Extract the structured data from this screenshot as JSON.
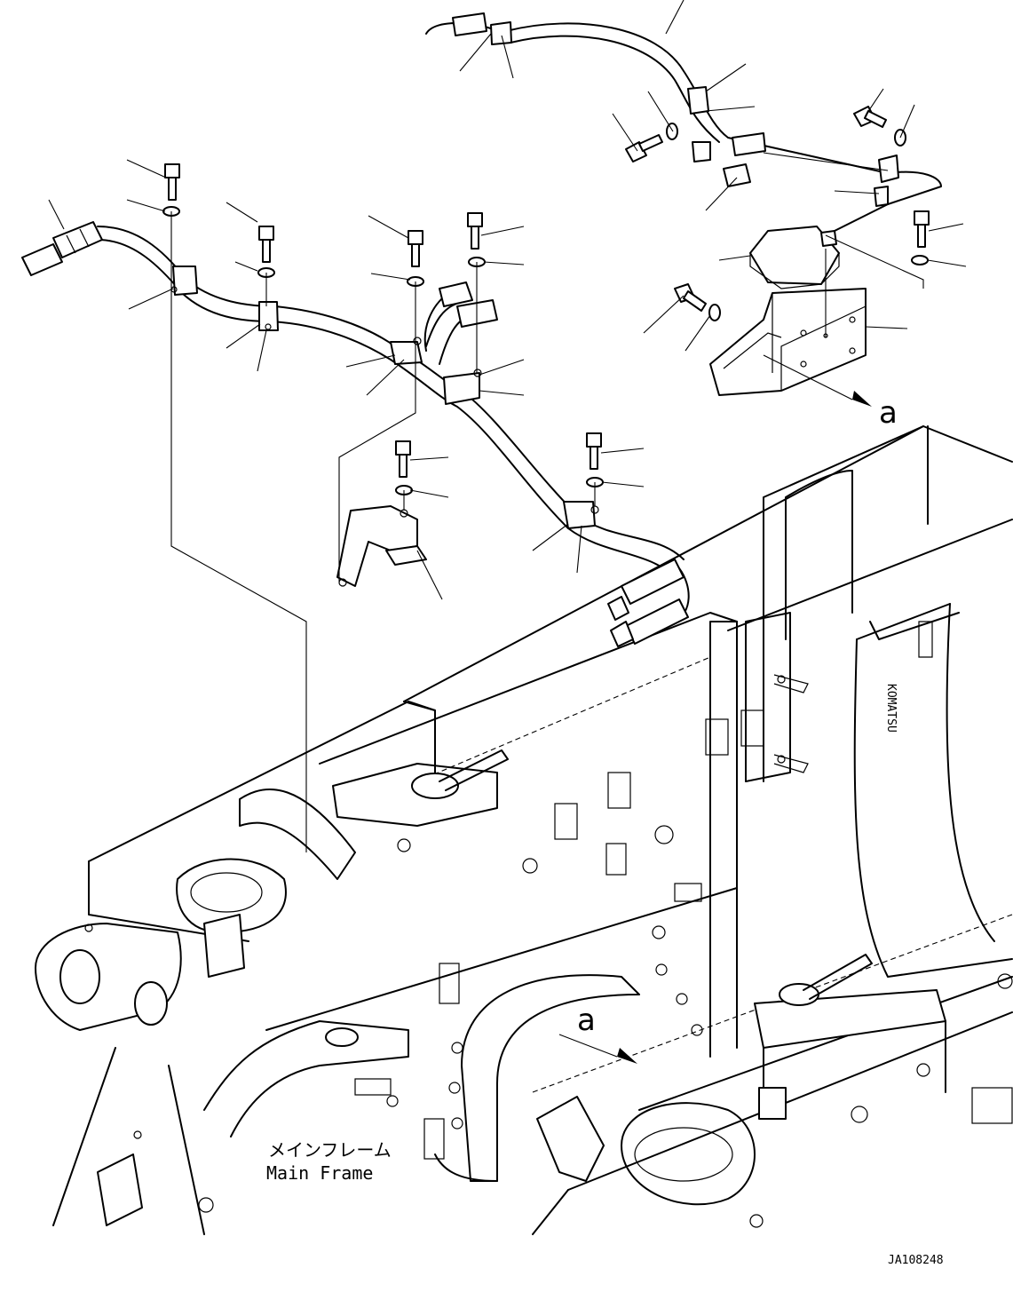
{
  "labels": {
    "main_frame_jp": "メインフレーム",
    "main_frame_en": "Main Frame",
    "view_a_top": "a",
    "view_a_bottom": "a",
    "drawing_number": "JA108248",
    "frame_stamp": "KOMATSU"
  }
}
